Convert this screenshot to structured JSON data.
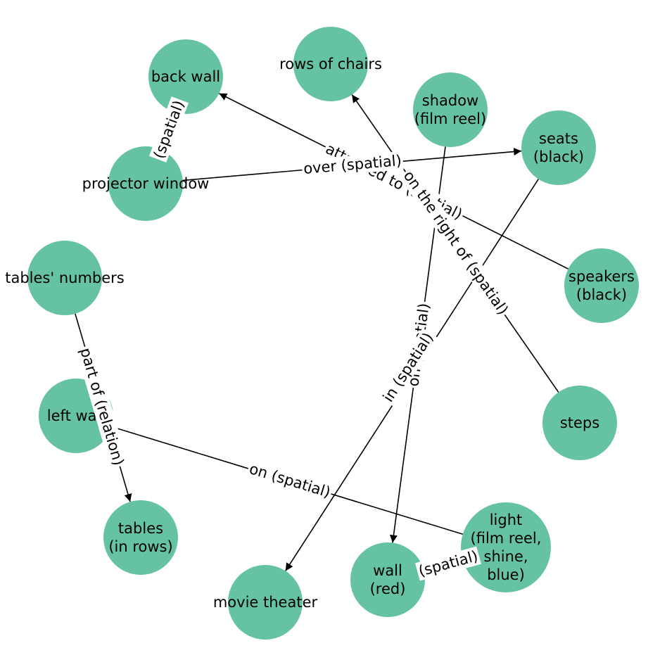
{
  "colors": {
    "node_fill": "#66c2a5",
    "edge": "#000000",
    "text": "#000000",
    "background": "#ffffff"
  },
  "nodes": [
    {
      "id": "back_wall",
      "lines": [
        "back wall"
      ]
    },
    {
      "id": "rows_of_chairs",
      "lines": [
        "rows of chairs"
      ]
    },
    {
      "id": "shadow",
      "lines": [
        "shadow",
        "(film reel)"
      ]
    },
    {
      "id": "seats",
      "lines": [
        "seats",
        "(black)"
      ]
    },
    {
      "id": "projector_window",
      "lines": [
        "projector window"
      ]
    },
    {
      "id": "speakers",
      "lines": [
        "speakers",
        "(black)"
      ]
    },
    {
      "id": "tables_numbers",
      "lines": [
        "tables' numbers"
      ]
    },
    {
      "id": "steps",
      "lines": [
        "steps"
      ]
    },
    {
      "id": "left_wall",
      "lines": [
        "left wall"
      ]
    },
    {
      "id": "light",
      "lines": [
        "light",
        "(film reel,",
        "shine,",
        "blue)"
      ]
    },
    {
      "id": "tables",
      "lines": [
        "tables",
        "(in rows)"
      ]
    },
    {
      "id": "wall_red",
      "lines": [
        "wall",
        "(red)"
      ]
    },
    {
      "id": "movie_theater",
      "lines": [
        "movie theater"
      ]
    }
  ],
  "edges": [
    {
      "source": "projector_window",
      "target": "back_wall",
      "label": "(spatial)",
      "directed": false
    },
    {
      "source": "speakers",
      "target": "back_wall",
      "label": "attached to (spatial)",
      "directed": true
    },
    {
      "source": "projector_window",
      "target": "seats",
      "label": "over (spatial)",
      "directed": true
    },
    {
      "source": "steps",
      "target": "rows_of_chairs",
      "label": "on the right of (spatial)",
      "directed": true
    },
    {
      "source": "shadow",
      "target": "wall_red",
      "label": "on (spatial)",
      "directed": true
    },
    {
      "source": "seats",
      "target": "movie_theater",
      "label": "in (spatial)",
      "directed": true
    },
    {
      "source": "tables_numbers",
      "target": "tables",
      "label": "part of (relation)",
      "directed": true
    },
    {
      "source": "left_wall",
      "target": "light",
      "label": "on (spatial)",
      "directed": false
    },
    {
      "source": "light",
      "target": "wall_red",
      "label": "(spatial)",
      "directed": false
    }
  ]
}
